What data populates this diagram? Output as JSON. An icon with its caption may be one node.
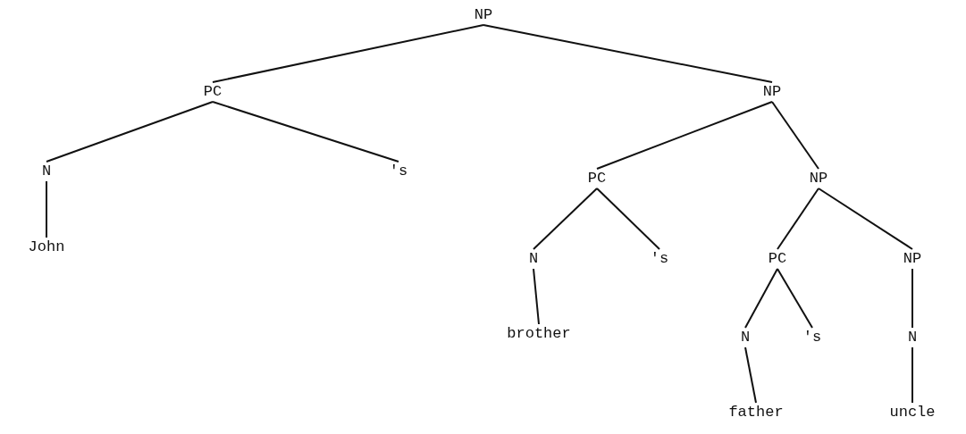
{
  "diagram": {
    "nodes": [
      {
        "text": [
          "NP"
        ]
      },
      {
        "text": [
          "PC"
        ]
      },
      {
        "text": [
          "NP"
        ]
      },
      {
        "text": [
          "N"
        ]
      },
      {
        "text": [
          "'s"
        ]
      },
      {
        "text": [
          "John"
        ]
      },
      {
        "text": [
          "PC"
        ]
      },
      {
        "text": [
          "NP"
        ]
      },
      {
        "text": [
          "N"
        ]
      },
      {
        "text": [
          "'s"
        ]
      },
      {
        "text": [
          "brother"
        ]
      },
      {
        "text": [
          "PC"
        ]
      },
      {
        "text": [
          "NP"
        ]
      },
      {
        "text": [
          "N"
        ]
      },
      {
        "text": [
          "'s"
        ]
      },
      {
        "text": [
          "N"
        ]
      },
      {
        "text": [
          "father"
        ]
      },
      {
        "text": [
          "uncle"
        ]
      }
    ],
    "edges": [
      {
        "from": 0,
        "to": 1,
        "arrow": "none"
      },
      {
        "from": 0,
        "to": 2,
        "arrow": "none"
      },
      {
        "from": 1,
        "to": 3,
        "arrow": "none"
      },
      {
        "from": 1,
        "to": 4,
        "arrow": "none"
      },
      {
        "from": 3,
        "to": 5,
        "arrow": "none"
      },
      {
        "from": 2,
        "to": 6,
        "arrow": "none"
      },
      {
        "from": 2,
        "to": 7,
        "arrow": "none"
      },
      {
        "from": 6,
        "to": 8,
        "arrow": "none"
      },
      {
        "from": 6,
        "to": 9,
        "arrow": "none"
      },
      {
        "from": 8,
        "to": 10,
        "arrow": "none"
      },
      {
        "from": 7,
        "to": 11,
        "arrow": "none"
      },
      {
        "from": 7,
        "to": 12,
        "arrow": "none"
      },
      {
        "from": 11,
        "to": 13,
        "arrow": "none"
      },
      {
        "from": 11,
        "to": 14,
        "arrow": "none"
      },
      {
        "from": 12,
        "to": 15,
        "arrow": "none"
      },
      {
        "from": 13,
        "to": 16,
        "arrow": "none"
      },
      {
        "from": 15,
        "to": 17,
        "arrow": "none"
      }
    ]
  }
}
